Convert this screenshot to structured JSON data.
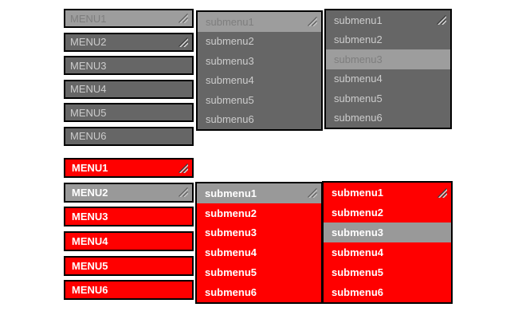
{
  "colors": {
    "background": "#ffffff",
    "border": "#000000",
    "gray_theme": {
      "item_bg": "#666666",
      "item_text": "#cccccc",
      "highlight_bg": "#9d9d9d",
      "highlight_text": "#7e7e7e"
    },
    "red_theme": {
      "item_bg": "#ff0000",
      "item_text": "#ffffff",
      "highlight_bg": "#999999",
      "highlight_text": "#ffffff"
    }
  },
  "top_menu": {
    "theme": "gray",
    "items": [
      {
        "label": "MENU1",
        "highlighted": true,
        "grip": true
      },
      {
        "label": "MENU2",
        "highlighted": false,
        "grip": true
      },
      {
        "label": "MENU3",
        "highlighted": false,
        "grip": false
      },
      {
        "label": "MENU4",
        "highlighted": false,
        "grip": false
      },
      {
        "label": "MENU5",
        "highlighted": false,
        "grip": false
      },
      {
        "label": "MENU6",
        "highlighted": false,
        "grip": false
      }
    ]
  },
  "top_submenu_level1": {
    "theme": "gray",
    "items": [
      {
        "label": "submenu1",
        "highlighted": true,
        "grip": true
      },
      {
        "label": "submenu2",
        "highlighted": false,
        "grip": false
      },
      {
        "label": "submenu3",
        "highlighted": false,
        "grip": false
      },
      {
        "label": "submenu4",
        "highlighted": false,
        "grip": false
      },
      {
        "label": "submenu5",
        "highlighted": false,
        "grip": false
      },
      {
        "label": "submenu6",
        "highlighted": false,
        "grip": false
      }
    ]
  },
  "top_submenu_level2": {
    "theme": "gray",
    "items": [
      {
        "label": "submenu1",
        "highlighted": false,
        "grip": true
      },
      {
        "label": "submenu2",
        "highlighted": false,
        "grip": false
      },
      {
        "label": "submenu3",
        "highlighted": true,
        "grip": false
      },
      {
        "label": "submenu4",
        "highlighted": false,
        "grip": false
      },
      {
        "label": "submenu5",
        "highlighted": false,
        "grip": false
      },
      {
        "label": "submenu6",
        "highlighted": false,
        "grip": false
      }
    ]
  },
  "bottom_menu": {
    "theme": "red",
    "items": [
      {
        "label": "MENU1",
        "highlighted": false,
        "grip": true
      },
      {
        "label": "MENU2",
        "highlighted": true,
        "grip": true
      },
      {
        "label": "MENU3",
        "highlighted": false,
        "grip": false
      },
      {
        "label": "MENU4",
        "highlighted": false,
        "grip": false
      },
      {
        "label": "MENU5",
        "highlighted": false,
        "grip": false
      },
      {
        "label": "MENU6",
        "highlighted": false,
        "grip": false
      }
    ]
  },
  "bottom_submenu_level1": {
    "theme": "red",
    "items": [
      {
        "label": "submenu1",
        "highlighted": true,
        "grip": true
      },
      {
        "label": "submenu2",
        "highlighted": false,
        "grip": false
      },
      {
        "label": "submenu3",
        "highlighted": false,
        "grip": false
      },
      {
        "label": "submenu4",
        "highlighted": false,
        "grip": false
      },
      {
        "label": "submenu5",
        "highlighted": false,
        "grip": false
      },
      {
        "label": "submenu6",
        "highlighted": false,
        "grip": false
      }
    ]
  },
  "bottom_submenu_level2": {
    "theme": "red",
    "items": [
      {
        "label": "submenu1",
        "highlighted": false,
        "grip": true
      },
      {
        "label": "submenu2",
        "highlighted": false,
        "grip": false
      },
      {
        "label": "submenu3",
        "highlighted": true,
        "grip": false
      },
      {
        "label": "submenu4",
        "highlighted": false,
        "grip": false
      },
      {
        "label": "submenu5",
        "highlighted": false,
        "grip": false
      },
      {
        "label": "submenu6",
        "highlighted": false,
        "grip": false
      }
    ]
  }
}
